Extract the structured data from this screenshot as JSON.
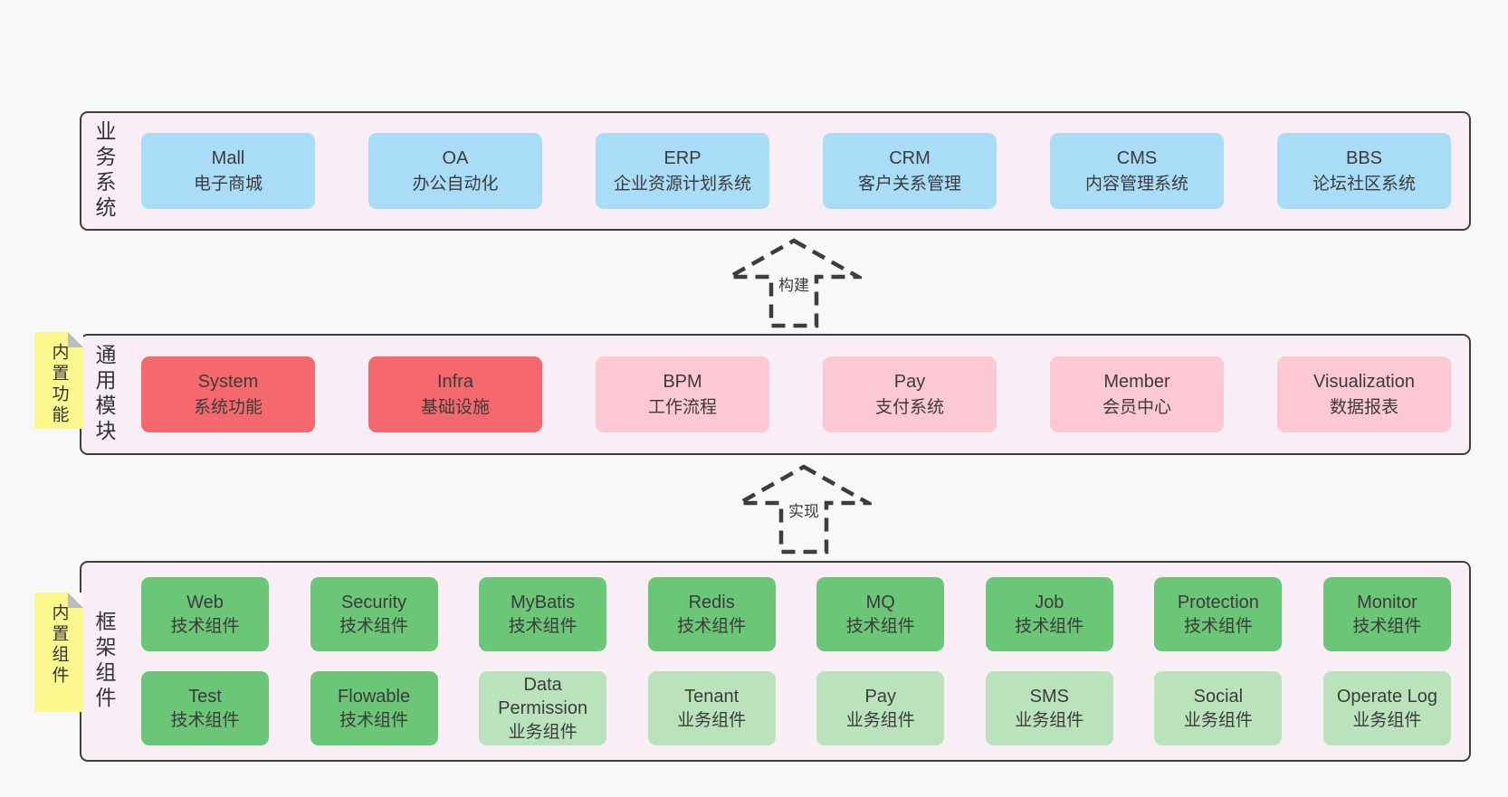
{
  "colors": {
    "page-bg": "#f8f8f8",
    "band-bg": "#f9edf6",
    "band-border": "#3e3e3e",
    "blue": "#a9dcf6",
    "red": "#f5696e",
    "pink": "#fcc8d3",
    "green-dark": "#6bc677",
    "green-light": "#bae3bc",
    "sticky-yellow": "#fbf98e",
    "fold-gray": "#bdbdbd",
    "text": "#3b3b3b"
  },
  "stickies": [
    {
      "label": "内置功能"
    },
    {
      "label": "内置组件"
    }
  ],
  "arrows": [
    {
      "label": "构建"
    },
    {
      "label": "实现"
    }
  ],
  "bands": [
    {
      "label": "业务系统",
      "boxes": [
        {
          "name": "Mall",
          "desc": "电子商城"
        },
        {
          "name": "OA",
          "desc": "办公自动化"
        },
        {
          "name": "ERP",
          "desc": "企业资源计划系统"
        },
        {
          "name": "CRM",
          "desc": "客户关系管理"
        },
        {
          "name": "CMS",
          "desc": "内容管理系统"
        },
        {
          "name": "BBS",
          "desc": "论坛社区系统"
        }
      ]
    },
    {
      "label": "通用模块",
      "boxes": [
        {
          "name": "System",
          "desc": "系统功能"
        },
        {
          "name": "Infra",
          "desc": "基础设施"
        },
        {
          "name": "BPM",
          "desc": "工作流程"
        },
        {
          "name": "Pay",
          "desc": "支付系统"
        },
        {
          "name": "Member",
          "desc": "会员中心"
        },
        {
          "name": "Visualization",
          "desc": "数据报表"
        }
      ]
    },
    {
      "label": "框架组件",
      "rows": [
        [
          {
            "name": "Web",
            "desc": "技术组件"
          },
          {
            "name": "Security",
            "desc": "技术组件"
          },
          {
            "name": "MyBatis",
            "desc": "技术组件"
          },
          {
            "name": "Redis",
            "desc": "技术组件"
          },
          {
            "name": "MQ",
            "desc": "技术组件"
          },
          {
            "name": "Job",
            "desc": "技术组件"
          },
          {
            "name": "Protection",
            "desc": "技术组件"
          },
          {
            "name": "Monitor",
            "desc": "技术组件"
          }
        ],
        [
          {
            "name": "Test",
            "desc": "技术组件"
          },
          {
            "name": "Flowable",
            "desc": "技术组件"
          },
          {
            "name": "Data Permission",
            "desc": "业务组件"
          },
          {
            "name": "Tenant",
            "desc": "业务组件"
          },
          {
            "name": "Pay",
            "desc": "业务组件"
          },
          {
            "name": "SMS",
            "desc": "业务组件"
          },
          {
            "name": "Social",
            "desc": "业务组件"
          },
          {
            "name": "Operate Log",
            "desc": "业务组件"
          }
        ]
      ]
    }
  ]
}
